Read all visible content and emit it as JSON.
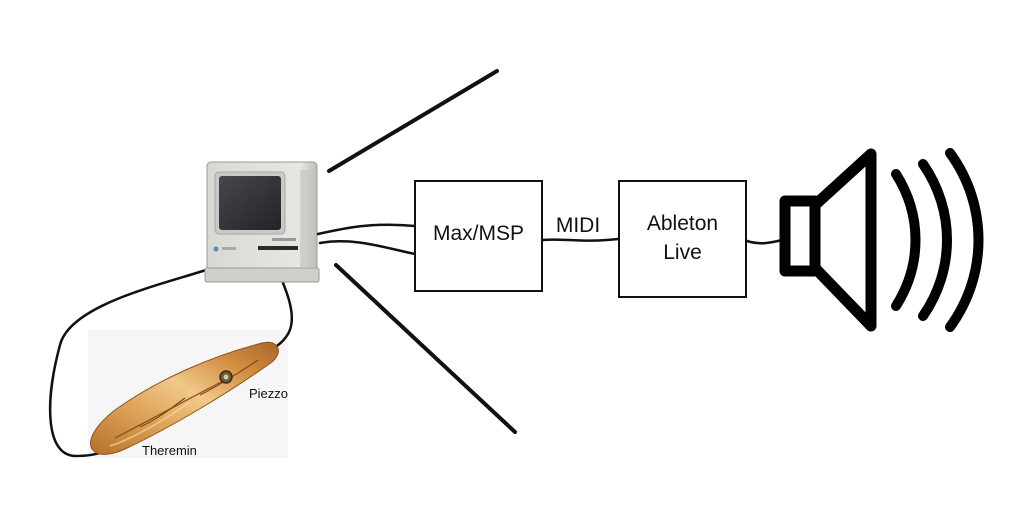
{
  "nodes": {
    "maxmsp": {
      "label": "Max/MSP"
    },
    "ableton": {
      "line1": "Ableton",
      "line2": "Live"
    }
  },
  "edges": {
    "midi": {
      "label": "MIDI"
    }
  },
  "annotations": {
    "piezzo": "Piezzo",
    "theremin": "Theremin"
  },
  "colors": {
    "stroke": "#111111",
    "computer_body": "#dcdcd8",
    "screen": "#2f3134",
    "bread_crust": "#c98a3a",
    "bread_light": "#e8b872"
  },
  "icons": {
    "computer": "classic-macintosh-computer-icon",
    "speaker": "speaker-volume-icon",
    "baguette": "baguette-image"
  }
}
